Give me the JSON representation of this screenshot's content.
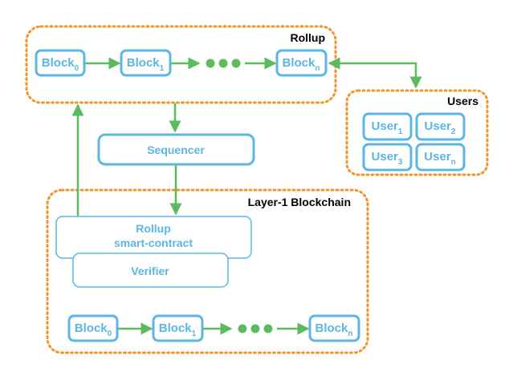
{
  "groups": {
    "rollup": "Rollup",
    "users": "Users",
    "layer1": "Layer-1 Blockchain"
  },
  "rollup_blocks": [
    {
      "label": "Block",
      "sub": "0"
    },
    {
      "label": "Block",
      "sub": "1"
    },
    {
      "label": "Block",
      "sub": "n"
    }
  ],
  "users": [
    {
      "label": "User",
      "sub": "1"
    },
    {
      "label": "User",
      "sub": "2"
    },
    {
      "label": "User",
      "sub": "3"
    },
    {
      "label": "User",
      "sub": "n"
    }
  ],
  "sequencer": "Sequencer",
  "contract": {
    "line1": "Rollup",
    "line2": "smart-contract"
  },
  "verifier": "Verifier",
  "l1_blocks": [
    {
      "label": "Block",
      "sub": "0"
    },
    {
      "label": "Block",
      "sub": "1"
    },
    {
      "label": "Block",
      "sub": "n"
    }
  ],
  "colors": {
    "orange": "#f0962e",
    "blue": "#5cb6e3",
    "green": "#5dbb5f"
  }
}
